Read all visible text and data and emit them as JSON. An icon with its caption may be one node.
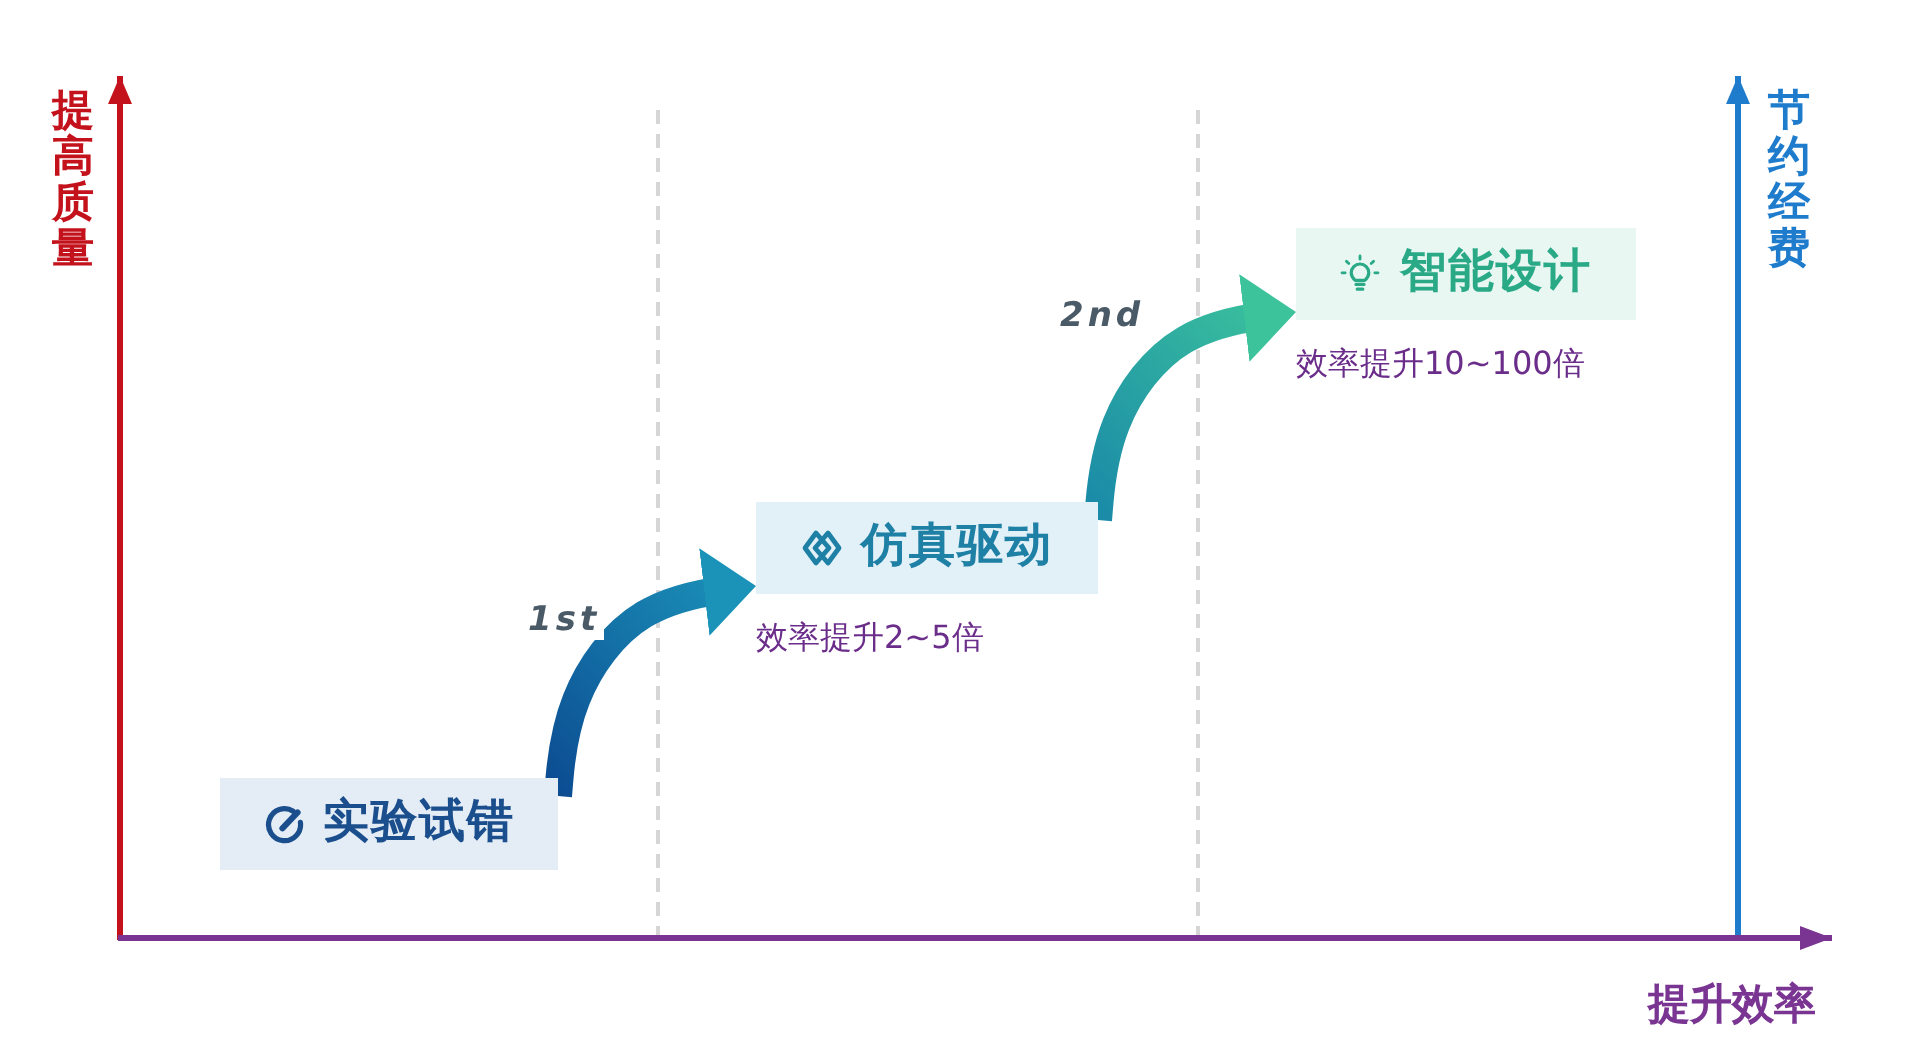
{
  "diagram": {
    "nodes": [
      {
        "text": [
          "实验试错"
        ]
      },
      {
        "text": [
          "仿真驱动"
        ],
        "beside": [
          "效率提升2~5倍"
        ]
      },
      {
        "text": [
          "智能设计"
        ],
        "beside": [
          "效率提升10~100倍"
        ]
      }
    ],
    "edges": [
      {
        "from": 0,
        "to": 1,
        "arrow": "to",
        "label": "1st"
      },
      {
        "from": 1,
        "to": 2,
        "arrow": "to",
        "label": "2nd"
      }
    ],
    "labels": [
      "提高质量",
      "节约经费",
      "提升效率"
    ]
  }
}
